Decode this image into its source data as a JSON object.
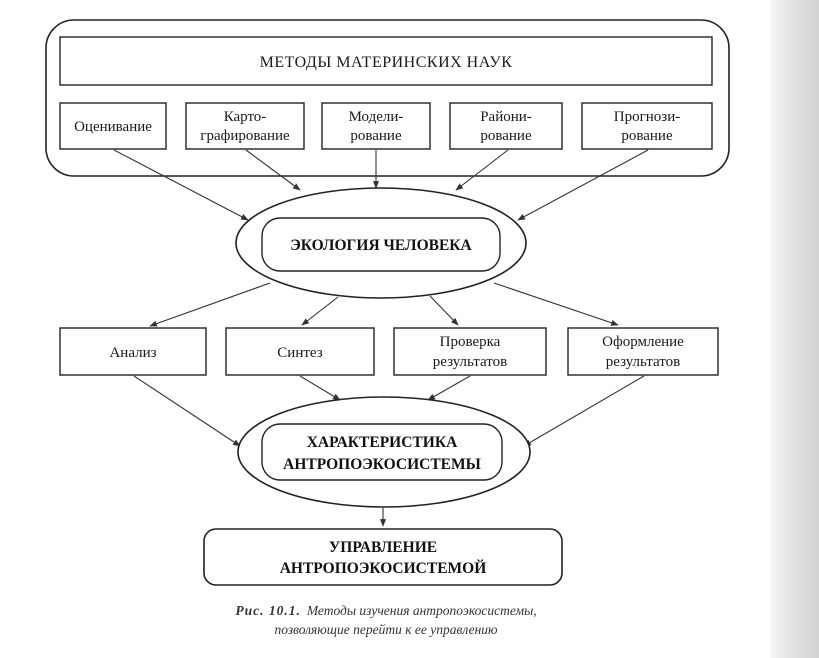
{
  "methods_group": {
    "title": "МЕТОДЫ МАТЕРИНСКИХ НАУК",
    "items": [
      {
        "lines": [
          "Оценивание"
        ]
      },
      {
        "lines": [
          "Карто-",
          "графирование"
        ]
      },
      {
        "lines": [
          "Модели-",
          "рование"
        ]
      },
      {
        "lines": [
          "Райони-",
          "рование"
        ]
      },
      {
        "lines": [
          "Прогнози-",
          "рование"
        ]
      }
    ]
  },
  "human_ecology": {
    "label": "ЭКОЛОГИЯ ЧЕЛОВЕКА"
  },
  "stages": [
    {
      "lines": [
        "Анализ"
      ]
    },
    {
      "lines": [
        "Синтез"
      ]
    },
    {
      "lines": [
        "Проверка",
        "результатов"
      ]
    },
    {
      "lines": [
        "Оформление",
        "результатов"
      ]
    }
  ],
  "characteristic": {
    "lines": [
      "ХАРАКТЕРИСТИКА",
      "АНТРОПОЭКОСИСТЕМЫ"
    ]
  },
  "management": {
    "lines": [
      "УПРАВЛЕНИЕ",
      "АНТРОПОЭКОСИСТЕМОЙ"
    ]
  },
  "caption": {
    "figure_label": "Рис. 10.1.",
    "line1": "Методы изучения антропоэкосистемы,",
    "line2": "позволяющие перейти к ее управлению"
  }
}
